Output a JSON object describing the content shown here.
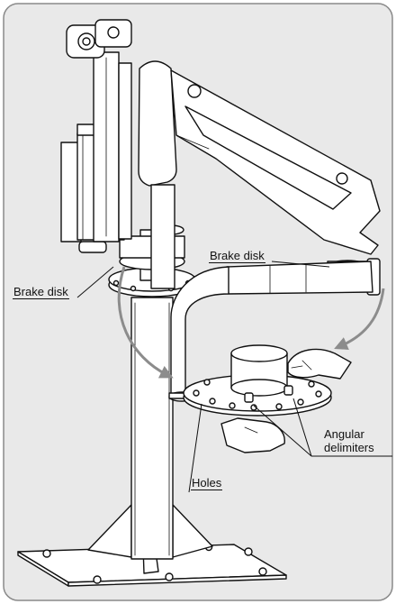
{
  "diagram": {
    "labels": {
      "brake_disk_left": "Brake disk",
      "brake_disk_right": "Brake disk",
      "angular_delimiters_line1": "Angular",
      "angular_delimiters_line2": "delimiters",
      "holes": "Holes"
    },
    "colors": {
      "background": "#e9e9e9",
      "frame_border": "#8a8a8a",
      "line": "#111111",
      "panel_fill": "#ffffff",
      "arrow": "#8c8c8c"
    }
  }
}
